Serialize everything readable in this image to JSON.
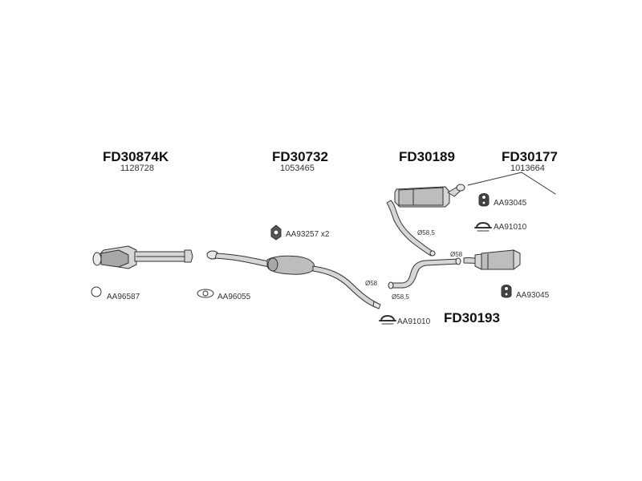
{
  "parts": [
    {
      "code": "FD30874K",
      "oem": "1128728"
    },
    {
      "code": "FD30732",
      "oem": "1053465"
    },
    {
      "code": "FD30189",
      "oem": ""
    },
    {
      "code": "FD30177",
      "oem": "1013664"
    },
    {
      "code": "FD30193",
      "oem": ""
    }
  ],
  "accessories": {
    "aa96587": "AA96587",
    "aa96055": "AA96055",
    "aa93257": "AA93257 x2",
    "aa93045_top": "AA93045",
    "aa91010_top": "AA91010",
    "aa93045_bottom": "AA93045",
    "aa91010_bottom": "AA91010"
  },
  "diameters": {
    "d1": "Ø58,5",
    "d2": "Ø58",
    "d3": "Ø58",
    "d4": "Ø58,5"
  },
  "colors": {
    "line": "#333333",
    "fill": "#d6d6d6",
    "shade": "#a8a8a8"
  }
}
